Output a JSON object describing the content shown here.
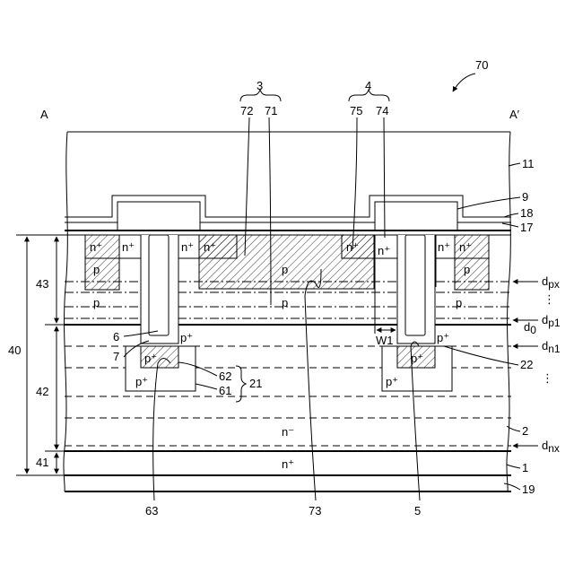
{
  "figure": {
    "device_number": "70",
    "section_start": "A",
    "section_end": "A′"
  },
  "labels": {
    "l_3": "3",
    "l_4": "4",
    "l_72": "72",
    "l_71": "71",
    "l_75": "75",
    "l_74": "74",
    "l_11": "11",
    "l_9": "9",
    "l_18": "18",
    "l_17": "17",
    "l_43": "43",
    "l_40": "40",
    "l_42": "42",
    "l_41": "41",
    "l_6": "6",
    "l_7": "7",
    "l_62": "62",
    "l_61": "61",
    "l_21": "21",
    "l_22": "22",
    "l_2": "2",
    "l_1": "1",
    "l_19": "19",
    "l_63": "63",
    "l_73": "73",
    "l_5": "5",
    "w1": "W1"
  },
  "regions": {
    "n_plus": "n⁺",
    "p": "p",
    "p_plus": "p⁺",
    "n_minus": "n⁻"
  },
  "depths": {
    "dpx": "d_px",
    "d0": "d_0",
    "dp1": "d_p1",
    "dn1": "d_n1",
    "dnx": "d_nx"
  },
  "ellipsis": "⋮"
}
